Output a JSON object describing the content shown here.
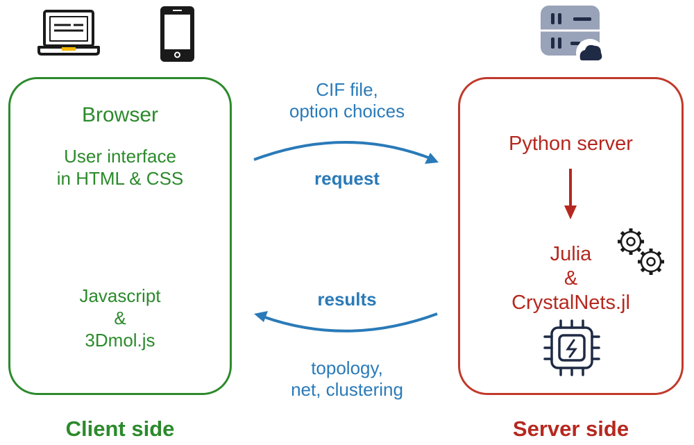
{
  "client": {
    "heading": "Browser",
    "ui_line1": "User interface",
    "ui_line2": "in HTML & CSS",
    "js_line1": "Javascript",
    "js_line2": "&",
    "js_line3": "3Dmol.js",
    "side_label": "Client side"
  },
  "server": {
    "python_label": "Python server",
    "julia_line1": "Julia",
    "julia_line2": "&",
    "julia_line3": "CrystalNets.jl",
    "side_label": "Server side"
  },
  "request": {
    "input_line1": "CIF file,",
    "input_line2": "option choices",
    "label": "request"
  },
  "response": {
    "label": "results",
    "output_line1": "topology,",
    "output_line2": "net, clustering"
  },
  "colors": {
    "client": "#2b8a2b",
    "server": "#b5281f",
    "arrows": "#2a7ab8",
    "icons": "#1f2a44"
  },
  "icons": [
    "laptop-icon",
    "smartphone-icon",
    "cloud-server-icon",
    "gears-icon",
    "processor-chip-icon"
  ]
}
